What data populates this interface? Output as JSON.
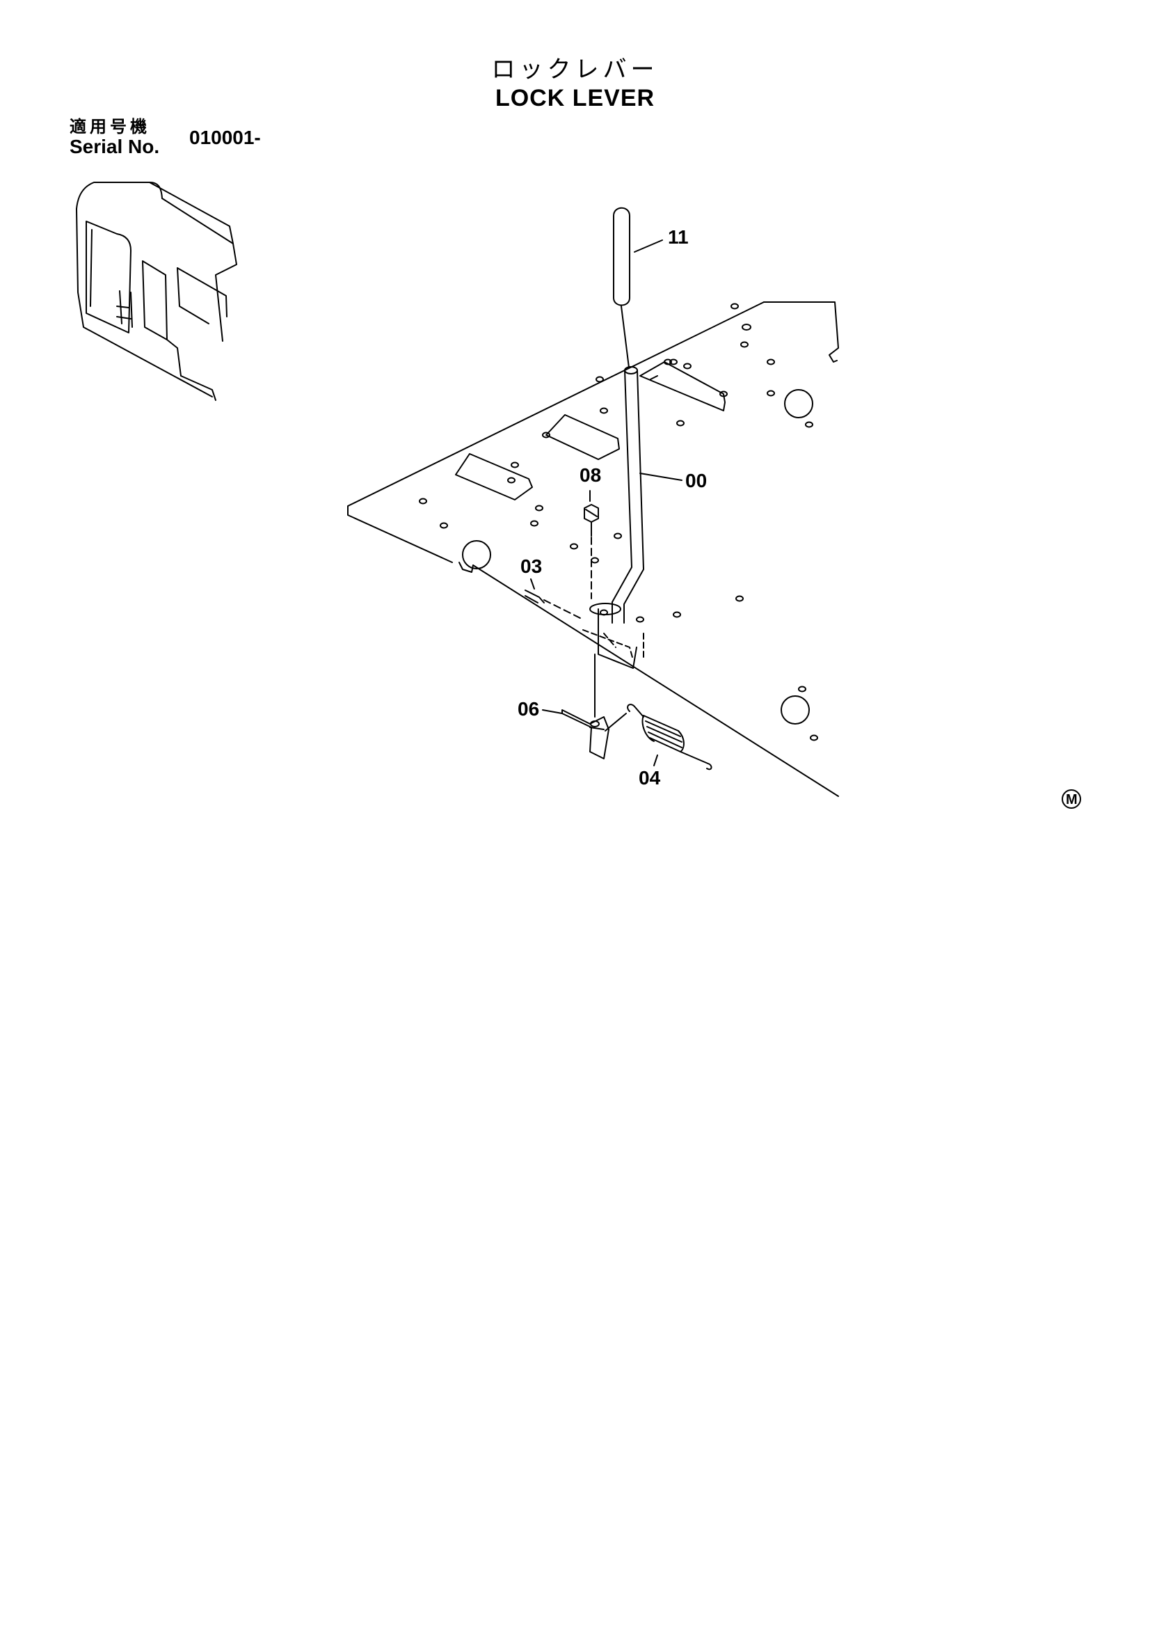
{
  "title": {
    "japanese": "ロックレバー",
    "english": "LOCK LEVER"
  },
  "serial": {
    "label_japanese": "適用号機",
    "label_english": "Serial No.",
    "value": "010001-"
  },
  "parts": [
    {
      "id": "part-00",
      "label": "00"
    },
    {
      "id": "part-03",
      "label": "03"
    },
    {
      "id": "part-04",
      "label": "04"
    },
    {
      "id": "part-06",
      "label": "06"
    },
    {
      "id": "part-08",
      "label": "08"
    },
    {
      "id": "part-11",
      "label": "11"
    }
  ],
  "corner_mark": "M"
}
